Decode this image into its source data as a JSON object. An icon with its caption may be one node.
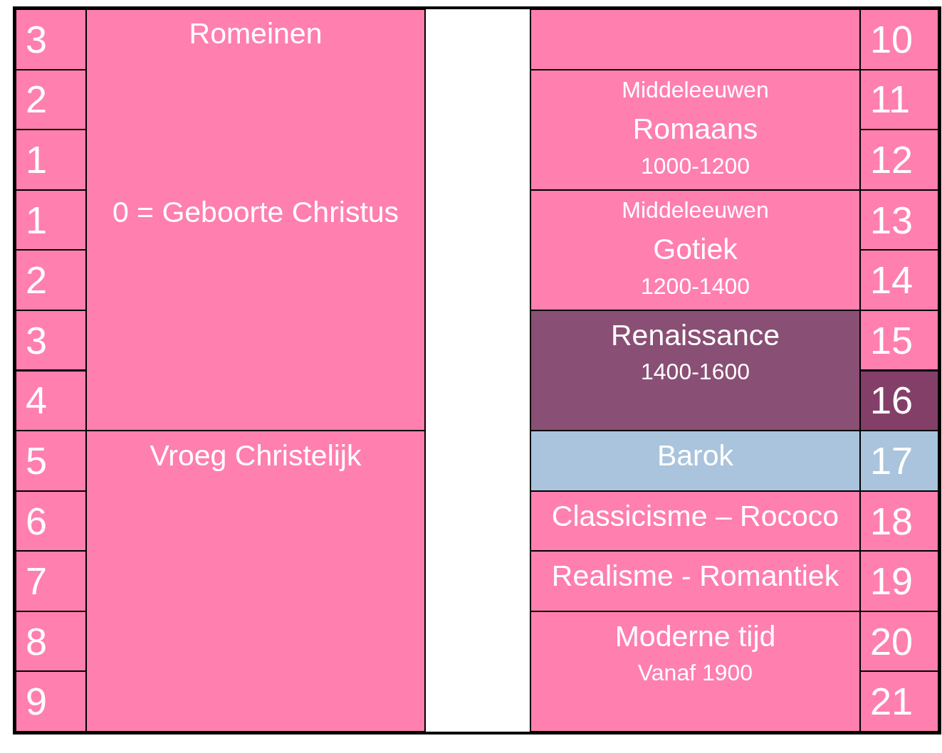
{
  "diagram": {
    "nodes": [
      {
        "text": [
          "3"
        ]
      },
      {
        "text": [
          "Romeinen",
          "0 = Geboorte Christus"
        ]
      },
      {
        "text": [],
        "shape": "box"
      },
      {
        "text": [
          "10"
        ]
      },
      {
        "text": [
          "2"
        ]
      },
      {
        "text": [
          "Middeleeuwen",
          "Romaans",
          "1000-1200"
        ]
      },
      {
        "text": [
          "11"
        ]
      },
      {
        "text": [
          "1"
        ]
      },
      {
        "text": [
          "12"
        ]
      },
      {
        "text": [
          "1"
        ]
      },
      {
        "text": [
          "Middeleeuwen",
          "Gotiek",
          "1200-1400"
        ]
      },
      {
        "text": [
          "13"
        ]
      },
      {
        "text": [
          "2"
        ]
      },
      {
        "text": [
          "14"
        ]
      },
      {
        "text": [
          "3"
        ]
      },
      {
        "text": [
          "Renaissance",
          "1400-1600"
        ]
      },
      {
        "text": [
          "15"
        ]
      },
      {
        "text": [
          "4"
        ]
      },
      {
        "text": [
          "16"
        ]
      },
      {
        "text": [
          "5"
        ]
      },
      {
        "text": [
          "Vroeg Christelijk"
        ]
      },
      {
        "text": [
          "Barok"
        ]
      },
      {
        "text": [
          "17"
        ]
      },
      {
        "text": [
          "6"
        ]
      },
      {
        "text": [
          "Classicisme – Rococo"
        ]
      },
      {
        "text": [
          "18"
        ]
      },
      {
        "text": [
          "7"
        ]
      },
      {
        "text": [
          "Realisme - Romantiek"
        ]
      },
      {
        "text": [
          "19"
        ]
      },
      {
        "text": [
          "8"
        ]
      },
      {
        "text": [
          "Moderne tijd",
          "Vanaf 1900"
        ]
      },
      {
        "text": [
          "20"
        ]
      },
      {
        "text": [
          "9"
        ]
      },
      {
        "text": [
          "21"
        ]
      }
    ]
  }
}
